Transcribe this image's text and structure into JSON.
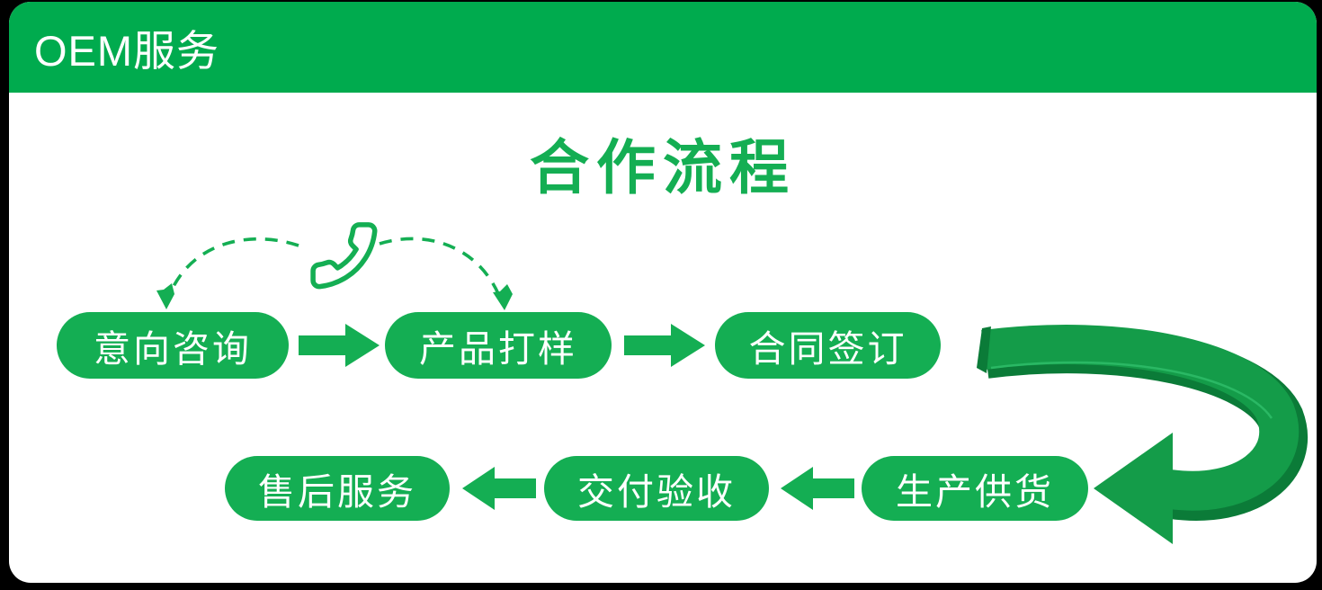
{
  "header": {
    "title": "OEM服务"
  },
  "main": {
    "title": "合作流程"
  },
  "flow": {
    "steps": [
      {
        "label": "意向咨询"
      },
      {
        "label": "产品打样"
      },
      {
        "label": "合同签订"
      },
      {
        "label": "生产供货"
      },
      {
        "label": "交付验收"
      },
      {
        "label": "售后服务"
      }
    ],
    "icons": {
      "phone": "phone-handset-icon"
    }
  },
  "colors": {
    "page_bg": "#000000",
    "card_bg": "#FFFFFF",
    "header_green": "#00AB4E",
    "accent_green": "#14AE53",
    "ribbon_green": "#149C49",
    "ribbon_dark_green": "#0B7B38",
    "text_on_green": "#FFFFFF"
  }
}
